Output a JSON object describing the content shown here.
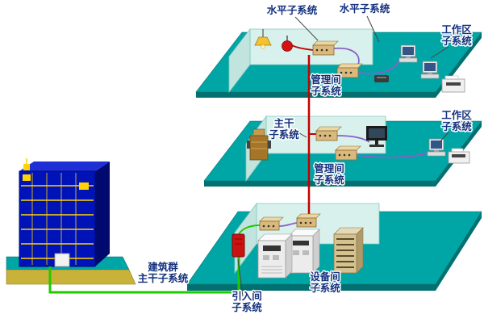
{
  "labels": {
    "horizontal_1": "水平子系统",
    "horizontal_2": "水平子系统",
    "work_area_1": {
      "l1": "工作区",
      "l2": "子系统"
    },
    "work_area_2": {
      "l1": "工作区",
      "l2": "子系统"
    },
    "management_1": {
      "l1": "管理间",
      "l2": "子系统"
    },
    "management_2": {
      "l1": "管理间",
      "l2": "子系统"
    },
    "backbone": {
      "l1": "主干",
      "l2": "子系统"
    },
    "campus": {
      "l1": "建筑群",
      "l2": "主干子系统"
    },
    "entrance": {
      "l1": "引入间",
      "l2": "子系统"
    },
    "equipment_room": {
      "l1": "设备间",
      "l2": "子系统"
    }
  },
  "colors": {
    "floor": "#00a6a6",
    "floor-edge": "#027070",
    "wall": "#d9f1ec",
    "wall2": "#c2e4de",
    "building": "#0013b8",
    "building-side": "#000a6e",
    "building-roof": "#1f2fd8",
    "building-line": "#ffd400",
    "ground": "#c9b23a",
    "cable-green": "#1ecb00",
    "cable-red": "#c40000",
    "cable-purple": "#8a5fc8",
    "label": "#15317e",
    "device-tan": "#d9b97c"
  }
}
